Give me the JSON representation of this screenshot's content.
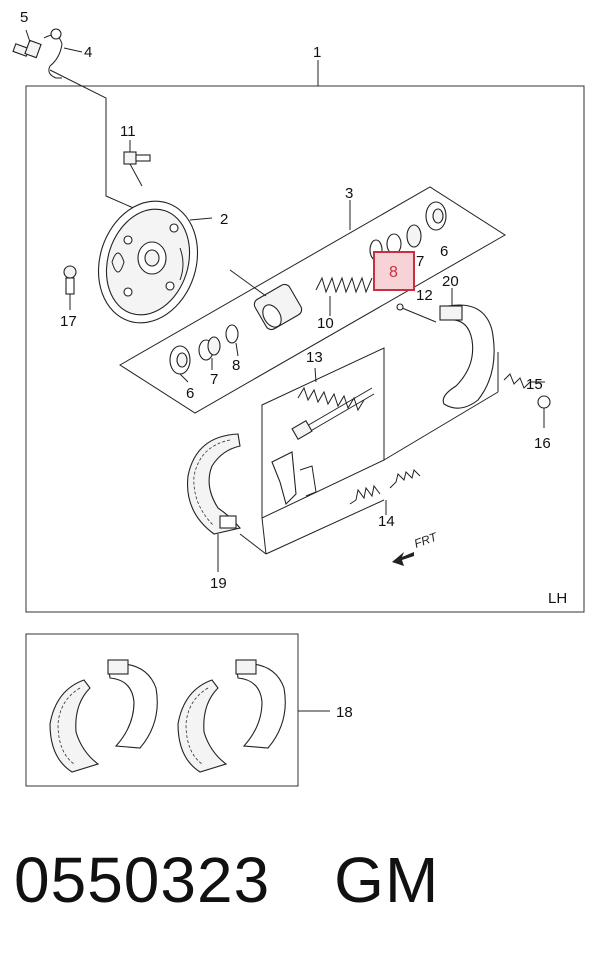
{
  "callouts": {
    "c1": "1",
    "c2": "2",
    "c3": "3",
    "c4": "4",
    "c5": "5",
    "c6a": "6",
    "c6b": "6",
    "c7a": "7",
    "c7b": "7",
    "c8a": "8",
    "c8_highlight": "8",
    "c10": "10",
    "c11": "11",
    "c12": "12",
    "c13": "13",
    "c14": "14",
    "c15": "15",
    "c16": "16",
    "c17": "17",
    "c18": "18",
    "c19": "19",
    "c20": "20"
  },
  "side_label": "LH",
  "direction_label": "FRT",
  "footer": {
    "part_number": "0550323",
    "brand": "GM"
  },
  "colors": {
    "highlight": "#c8303f",
    "highlight_fill": "#f6d3d6",
    "line": "#222222"
  }
}
